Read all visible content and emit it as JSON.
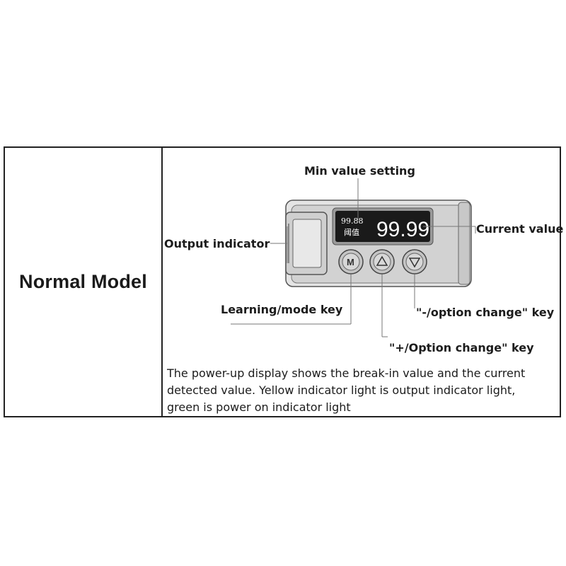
{
  "row": {
    "model_label": "Normal Model"
  },
  "callouts": {
    "min_value_setting": "Min value setting",
    "output_indicator": "Output indicator",
    "current_value": "Current value",
    "learning_mode_key": "Learning/mode key",
    "minus_option_key": "\"-/option change\" key",
    "plus_option_key": "\"+/Option change\" key"
  },
  "display": {
    "threshold_value": "99.88",
    "threshold_label": "阈值",
    "current_value": "99.99"
  },
  "keys": {
    "mode_key": "M"
  },
  "description": "The power-up display shows the break-in value and the current\ndetected value. Yellow indicator light is output indicator light,\ngreen is power on indicator light",
  "colors": {
    "border": "#222222",
    "device_body": "#d6d6d6",
    "display_bg": "#1a1a1a",
    "display_text": "#ffffff"
  }
}
